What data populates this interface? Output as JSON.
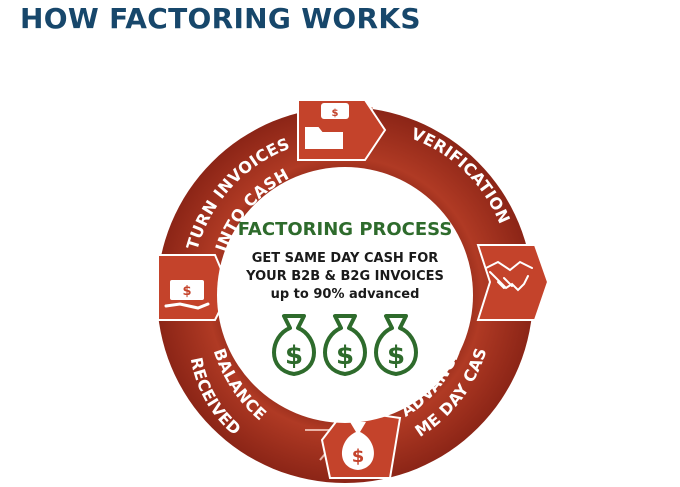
{
  "page": {
    "title": "HOW FACTORING WORKS"
  },
  "center": {
    "title": "FACTORING PROCESS",
    "line1": "GET SAME DAY CASH FOR",
    "line2": "YOUR B2B & B2G INVOICES",
    "line3": "up to 90% advanced",
    "icon": "three-money-bags-icon"
  },
  "steps": [
    {
      "line1": "TURN INVOICES",
      "line2": "INTO CASH",
      "icon": "invoice-folder-icon"
    },
    {
      "line1": "VERIFICATION",
      "line2": "",
      "icon": "handshake-icon"
    },
    {
      "line1": "SAME DAY CASH",
      "line2": "ADVANCE",
      "icon": "money-bag-icon"
    },
    {
      "line1": "BALANCE",
      "line2": "RECEIVED",
      "icon": "hand-with-cash-icon"
    }
  ],
  "colors": {
    "title": "#17476b",
    "ring": "#a8321f",
    "ring_dark": "#7a1e12",
    "center_title": "#2e6b2c",
    "money_bag": "#2e6b2c"
  }
}
